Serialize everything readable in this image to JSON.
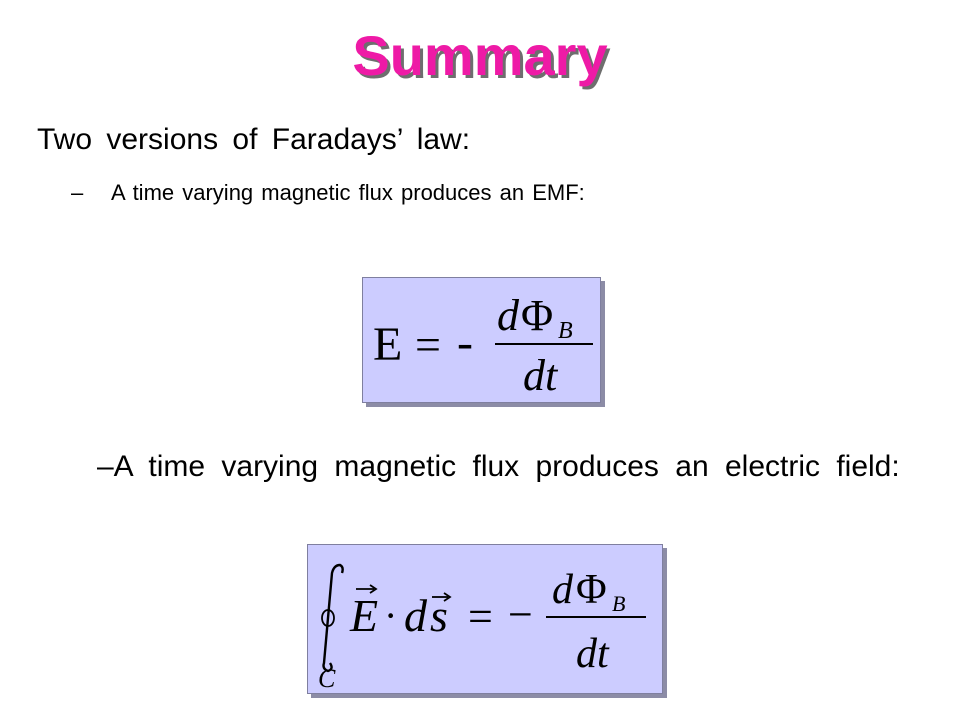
{
  "slide": {
    "title": "Summary",
    "intro": "Two versions of Faradays’ law:",
    "bullet1": {
      "dash": "–",
      "text": "A time varying magnetic flux produces an EMF:"
    },
    "bullet2": {
      "text": "–A time varying magnetic flux produces an electric field:"
    }
  },
  "equations": {
    "emf": {
      "lhs": "E",
      "equals": "=",
      "minus": "-",
      "numerator_d": "d",
      "numerator_phi": "Φ",
      "numerator_sub": "B",
      "denominator": "dt"
    },
    "field": {
      "contour_sub": "C",
      "vector_E": "E",
      "dot": "·",
      "ds_d": "d",
      "ds_s": "s",
      "equals": "=",
      "minus": "−",
      "numerator_d": "d",
      "numerator_phi": "Φ",
      "numerator_sub": "B",
      "denominator": "dt"
    }
  },
  "colors": {
    "title": "#ee1aa6",
    "title_shadow": "#6e6e6e",
    "equation_box": "#ccccff",
    "equation_box_shadow": "#8c8ca6"
  }
}
